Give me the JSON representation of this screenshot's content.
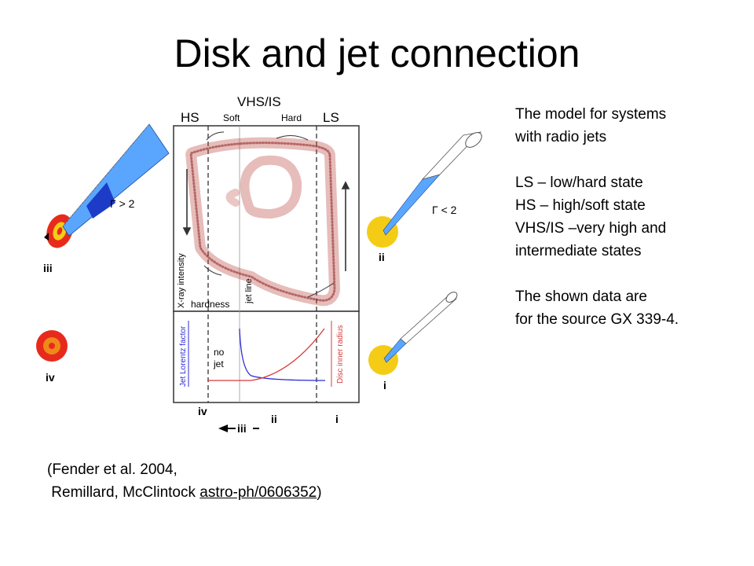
{
  "title": "Disk and jet connection",
  "notes": [
    "The model for systems",
    "with radio jets",
    "",
    "LS – low/hard state",
    "HS – high/soft state",
    "VHS/IS –very high and",
    "intermediate states",
    "",
    "The shown data are",
    "for the source GX 339-4."
  ],
  "citation": {
    "line1": "(Fender et al. 2004,",
    "line2_prefix": " Remillard, McClintock ",
    "link": "astro-ph/0606352",
    "line2_suffix": ")"
  },
  "figure": {
    "top_labels": {
      "hs": "HS",
      "vhs_is": "VHS/IS",
      "soft": "Soft",
      "hard": "Hard",
      "ls": "LS"
    },
    "upper_axis": {
      "y": "X-ray intensity",
      "x": "hardness",
      "jet_line": "jet line"
    },
    "lower_axes": {
      "left": "Jet Lorentz factor",
      "right": "Disc inner radius",
      "no_jet": "no\njet"
    },
    "state_labels": {
      "iv": "iv",
      "iii": "iii",
      "ii": "ii",
      "i": "i",
      "arrow_iii": "iii"
    },
    "gamma_labels": {
      "gt2": "Γ > 2",
      "lt2": "Γ < 2"
    },
    "colors": {
      "jet_blue": "#5aa6ff",
      "disc_red": "#e82a1c",
      "disc_yellow": "#f4cc16",
      "scatter": "#9a2a2a"
    }
  }
}
